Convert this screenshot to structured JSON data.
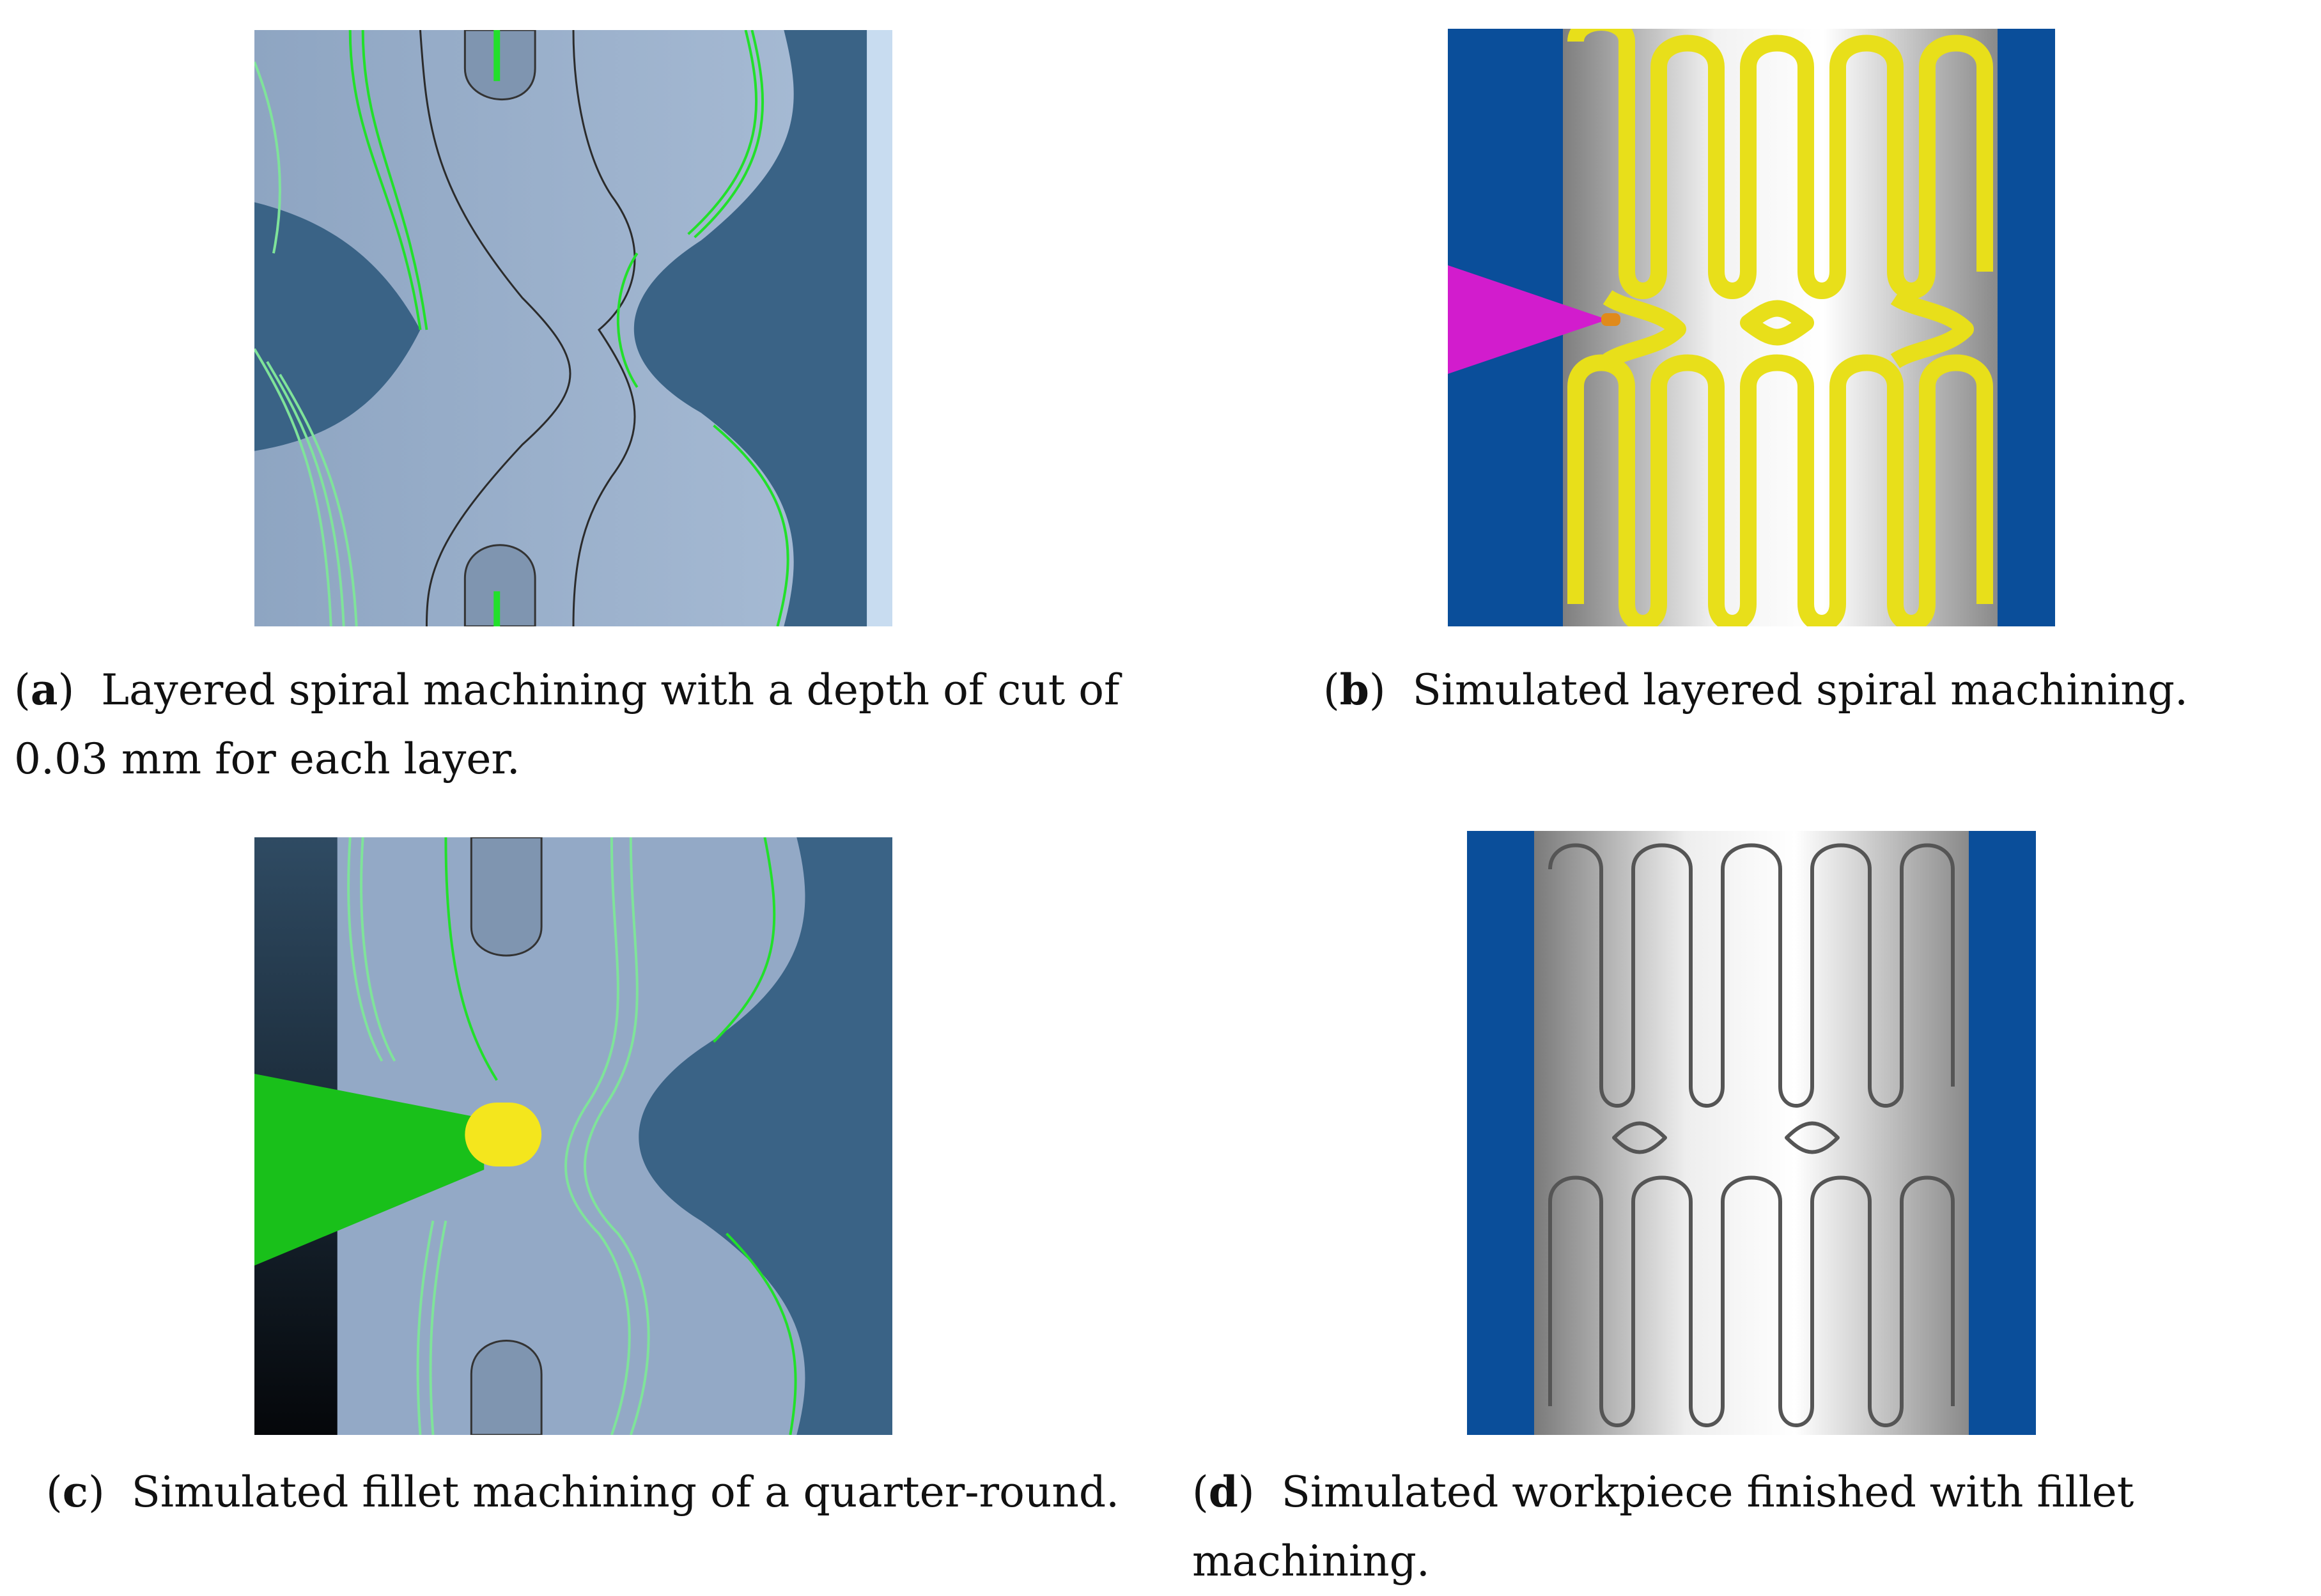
{
  "figure": {
    "panels": [
      {
        "id": "a",
        "label": "a",
        "caption": "Layered spiral machining with a depth of cut of 0.03 mm for each layer."
      },
      {
        "id": "b",
        "label": "b",
        "caption": "Simulated layered spiral machining."
      },
      {
        "id": "c",
        "label": "c",
        "caption": "Simulated fillet machining of a quarter-round."
      },
      {
        "id": "d",
        "label": "d",
        "caption": "Simulated workpiece finished with fillet machining."
      }
    ]
  },
  "colors": {
    "strut": "#93a9c6",
    "cavity": "#3a6386",
    "toolpath_green": "#22e02a",
    "stent_yellow": "#e8df1a",
    "background_blue": "#0a4e9a",
    "tool_magenta": "#d21ccd",
    "tool_green": "#19c01a",
    "tool_yellow": "#f4e61d"
  }
}
